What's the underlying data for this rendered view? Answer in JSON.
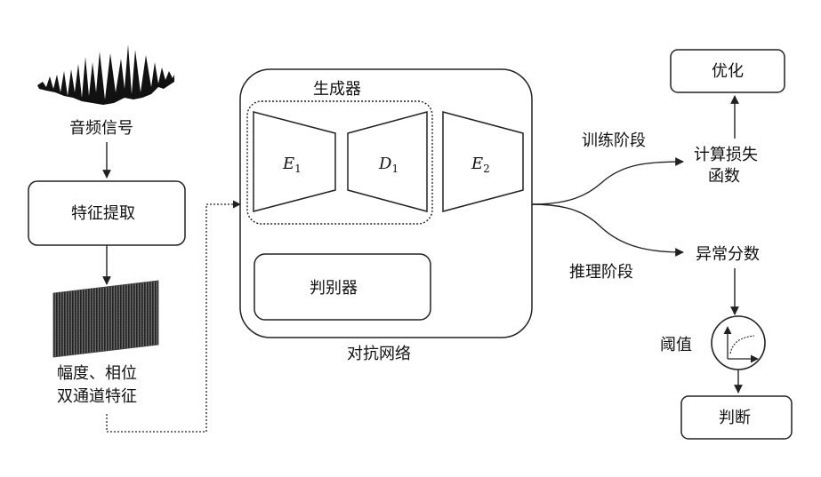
{
  "diagram": {
    "audio_signal_label": "音频信号",
    "feature_extraction_label": "特征提取",
    "dual_channel_feature_label_line1": "幅度、相位",
    "dual_channel_feature_label_line2": "双通道特征",
    "generator_label": "生成器",
    "encoder1": {
      "letter": "E",
      "sub": "1"
    },
    "decoder1": {
      "letter": "D",
      "sub": "1"
    },
    "encoder2": {
      "letter": "E",
      "sub": "2"
    },
    "discriminator_label": "判别器",
    "adversarial_network_label": "对抗网络",
    "training_stage_label": "训练阶段",
    "inference_stage_label": "推理阶段",
    "optimize_label": "优化",
    "compute_loss_line1": "计算损失",
    "compute_loss_line2": "函数",
    "anomaly_score_label": "异常分数",
    "threshold_label": "阈值",
    "judge_label": "判断"
  },
  "colors": {
    "stroke": "#222222",
    "background": "#ffffff",
    "spectrogram_dark": "#1a1a1a",
    "spectrogram_light": "#8a8a8a"
  }
}
